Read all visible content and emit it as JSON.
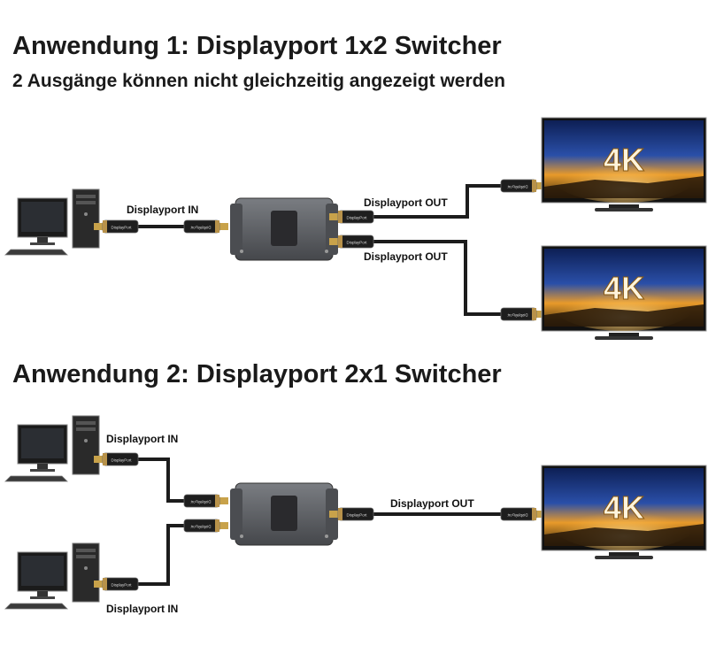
{
  "scenario1": {
    "title": "Anwendung 1: Displayport 1x2 Switcher",
    "subtitle": "2 Ausgänge können nicht gleichzeitig angezeigt werden",
    "labels": {
      "input": "Displayport IN",
      "output_top": "Displayport OUT",
      "output_bottom": "Displayport OUT"
    }
  },
  "scenario2": {
    "title": "Anwendung 2: Displayport 2x1 Switcher",
    "labels": {
      "input_top": "Displayport IN",
      "input_bottom": "Displayport IN",
      "output": "Displayport OUT"
    }
  },
  "tv_badge": "4K",
  "plug_label": "DisplayPort",
  "colors": {
    "cable": "#1c1c1c",
    "switch_body": "#5a5c60",
    "plug_gold": "#c8a24a",
    "tv_sky": "#1f3d8a",
    "tv_glow": "#f0a020"
  },
  "icons": [
    "desktop-pc-icon",
    "displayport-switch-icon",
    "tv-4k-icon",
    "displayport-plug-icon"
  ]
}
